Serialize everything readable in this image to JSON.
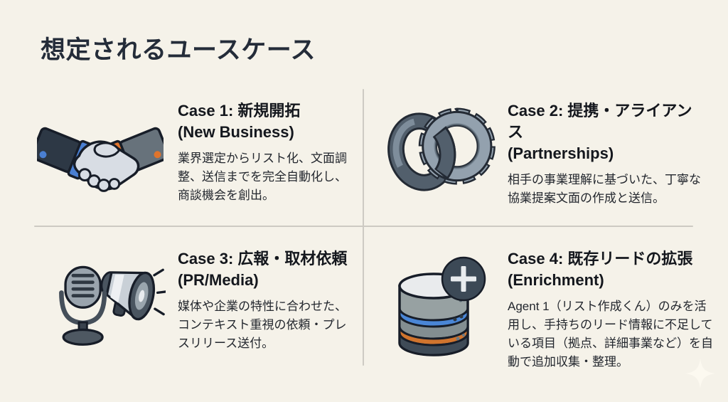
{
  "slide": {
    "title": "想定されるユースケース",
    "colors": {
      "background": "#f5f2e9",
      "title_text": "#242c39",
      "heading_text": "#14171d",
      "body_text": "#23272e",
      "divider": "#cdcac3",
      "accent_blue": "#4a7fd2",
      "accent_orange": "#e0742c",
      "illustration_slate": "#3c4956"
    },
    "cases": [
      {
        "icon": "handshake-icon",
        "title": "Case 1: 新規開拓",
        "subtitle": "(New Business)",
        "body": "業界選定からリスト化、文面調整、送信までを完全自動化し、商談機会を創出。"
      },
      {
        "icon": "interlocked-rings-icon",
        "title": "Case 2: 提携・アライアンス",
        "subtitle": "(Partnerships)",
        "body": "相手の事業理解に基づいた、丁寧な協業提案文面の作成と送信。"
      },
      {
        "icon": "microphone-megaphone-icon",
        "title": "Case 3: 広報・取材依頼",
        "subtitle": "(PR/Media)",
        "body": "媒体や企業の特性に合わせた、コンテキスト重視の依頼・プレスリリース送付。"
      },
      {
        "icon": "database-plus-icon",
        "title": "Case 4: 既存リードの拡張",
        "subtitle": "(Enrichment)",
        "body": "Agent 1（リスト作成くん）のみを活用し、手持ちのリード情報に不足している項目（拠点、詳細事業など）を自動で追加収集・整理。"
      }
    ]
  }
}
